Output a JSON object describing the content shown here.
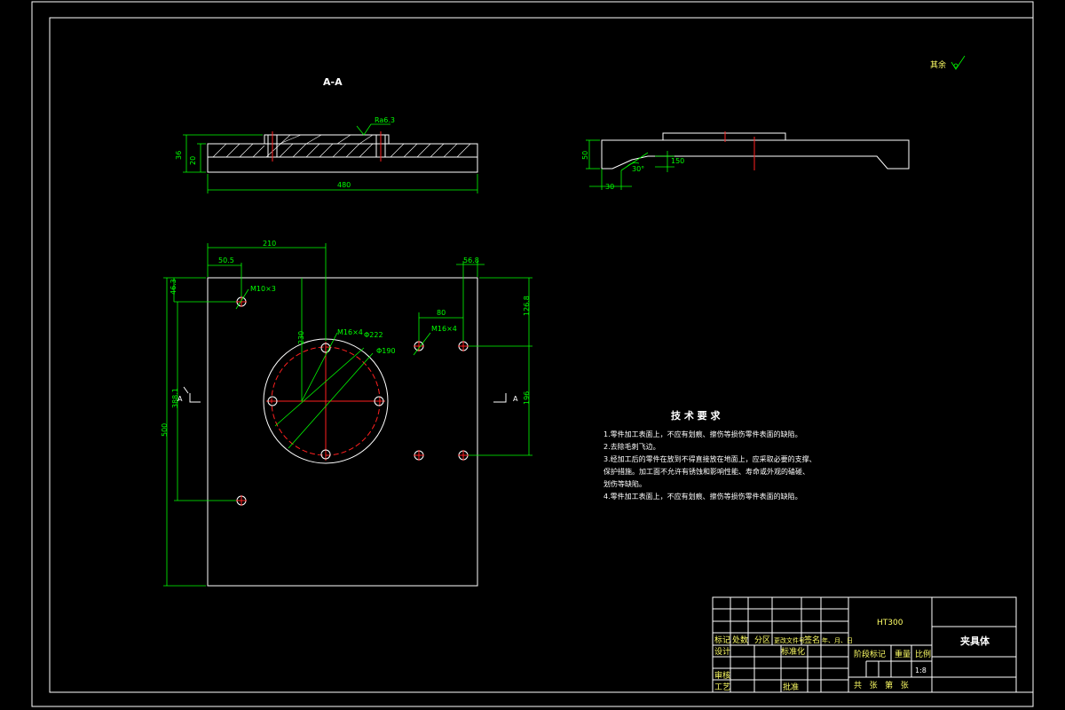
{
  "section": {
    "label": "A-A",
    "roughness": "Ra6.3",
    "dim_width": "480",
    "dim_height_a": "36",
    "dim_height_b": "20"
  },
  "side_view": {
    "dim_height": "50",
    "dim_angle": "30°",
    "dim_offset": "30",
    "dim_small": "150"
  },
  "top_note": {
    "text": "其余",
    "roughness_symbol": "✓"
  },
  "plan_view": {
    "dims": {
      "d210": "210",
      "d50_5": "50.5",
      "d56_8": "56.8",
      "d80": "80",
      "d46_3": "46.3",
      "d126_8": "126.8",
      "d230": "230",
      "d388_1": "388.1",
      "d500": "500",
      "d196": "196"
    },
    "callouts": {
      "hole_m10": "M10×3",
      "hole_m16_a": "M16×4",
      "hole_m16_b": "M16×4",
      "circle_d222": "Φ222",
      "circle_d190": "Φ190"
    },
    "section_mark_left": "A",
    "section_mark_right": "A"
  },
  "requirements": {
    "title": "技 术 要 求",
    "items": [
      "1.零件加工表面上，不应有划痕、擦伤等损伤零件表面的缺陷。",
      "2.去除毛刺飞边。",
      "3.经加工后的零件在放到不得直接放在地面上，应采取必要的支撑、",
      "  保护措施。加工面不允许有锈蚀和影响性能、寿命或外观的磕碰、",
      "  划伤等缺陷。",
      "4.零件加工表面上，不应有划痕、擦伤等损伤零件表面的缺陷。"
    ]
  },
  "title_block": {
    "material": "HT300",
    "part_name": "夹具体",
    "row_labels": [
      "标记",
      "处数",
      "分区",
      "更改文件号",
      "签名",
      "年、月、日"
    ],
    "design": "设计",
    "standard": "标准化",
    "review": "审核",
    "process": "工艺",
    "approve": "批准",
    "stage_mark": "阶段标记",
    "weight": "重量",
    "scale_label": "比例",
    "scale": "1:8",
    "sheets": "共   张   第   张"
  }
}
